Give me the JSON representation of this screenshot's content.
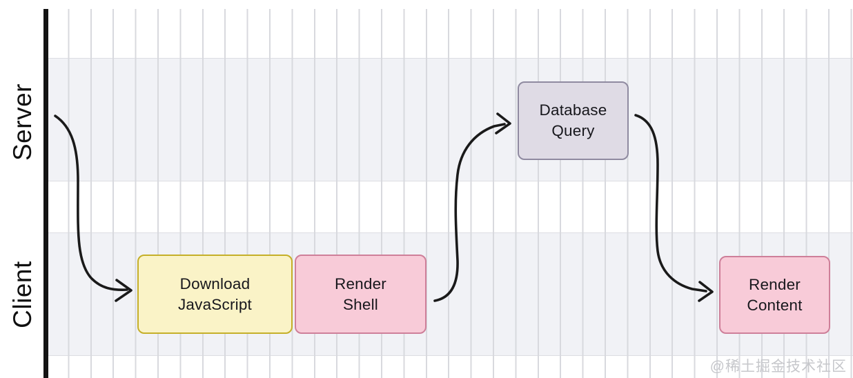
{
  "diagram": {
    "lanes": [
      {
        "label": "Server"
      },
      {
        "label": "Client"
      }
    ],
    "nodes": [
      {
        "name": "download-javascript",
        "label": "Download\nJavaScript",
        "lane": "Client",
        "fill": "#FAF3C7",
        "border": "#C5AF28"
      },
      {
        "name": "render-shell",
        "label": "Render\nShell",
        "lane": "Client",
        "fill": "#F8CBD8",
        "border": "#CE7F99"
      },
      {
        "name": "database-query",
        "label": "Database\nQuery",
        "lane": "Server",
        "fill": "#DFDBE5",
        "border": "#8F8AA0"
      },
      {
        "name": "render-content",
        "label": "Render\nContent",
        "lane": "Client",
        "fill": "#F8CBD8",
        "border": "#CE7F99"
      }
    ],
    "edges": [
      {
        "from": "timeline-start-server",
        "to": "download-javascript"
      },
      {
        "from": "render-shell",
        "to": "database-query"
      },
      {
        "from": "database-query",
        "to": "render-content"
      }
    ],
    "colors": {
      "axis": "#141414",
      "lane_band": "#F1F2F6",
      "gridline": "#D8D9DE",
      "arrow": "#1A1A1A",
      "watermark_text": "#C6C7CB"
    },
    "watermark": "@稀土掘金技术社区"
  }
}
